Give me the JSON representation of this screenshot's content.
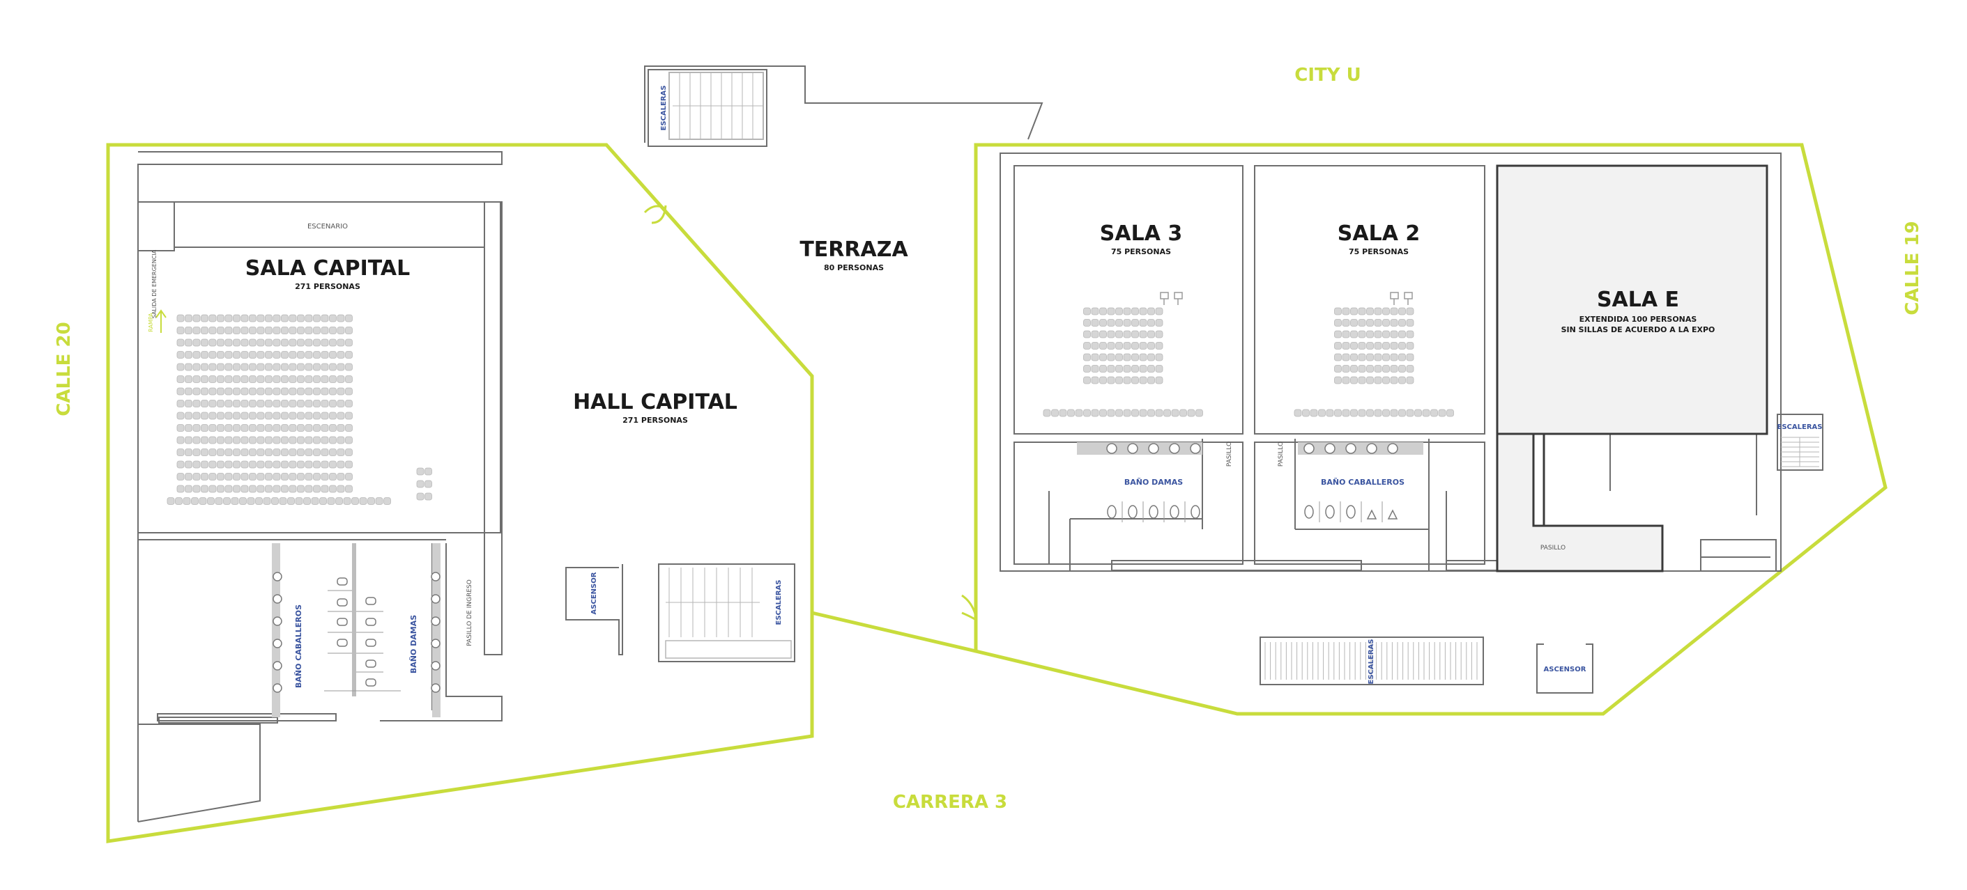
{
  "colors": {
    "accent": "#c8dc3c",
    "wall": "#6e6e6e",
    "seat": "#cfcfcf",
    "blue_label": "#3b55a0",
    "room_fill": "#f2f2f2",
    "dark_text": "#1a1a1a"
  },
  "streets": {
    "calle_20": "CALLE 20",
    "calle_19": "CALLE 19",
    "city_u": "CITY U",
    "carrera_3": "CARRERA 3"
  },
  "sala_capital": {
    "name": "SALA CAPITAL",
    "capacity": "271 PERSONAS",
    "stage": "ESCENARIO",
    "emergency_exit": "SALIDA DE EMERGENCIA",
    "ramp": "RAMPA",
    "entry_hall": "PASILLO DE INGRESO",
    "mens_restroom": "BAÑO CABALLEROS",
    "womens_restroom": "BAÑO DAMAS"
  },
  "hall_capital": {
    "name": "HALL CAPITAL",
    "capacity": "271 PERSONAS"
  },
  "terraza": {
    "name": "TERRAZA",
    "capacity": "80 PERSONAS"
  },
  "sala_3": {
    "name": "SALA 3",
    "capacity": "75 PERSONAS"
  },
  "sala_2": {
    "name": "SALA 2",
    "capacity": "75 PERSONAS"
  },
  "sala_e": {
    "name": "SALA E",
    "line1": "EXTENDIDA 100 PERSONAS",
    "line2": "SIN SILLAS DE ACUERDO A LA EXPO"
  },
  "labels": {
    "escaleras": "ESCALERAS",
    "ascensor": "ASCENSOR",
    "pasillo": "PASILLO",
    "bano_damas": "BAÑO DAMAS",
    "bano_caballeros": "BAÑO CABALLEROS"
  }
}
